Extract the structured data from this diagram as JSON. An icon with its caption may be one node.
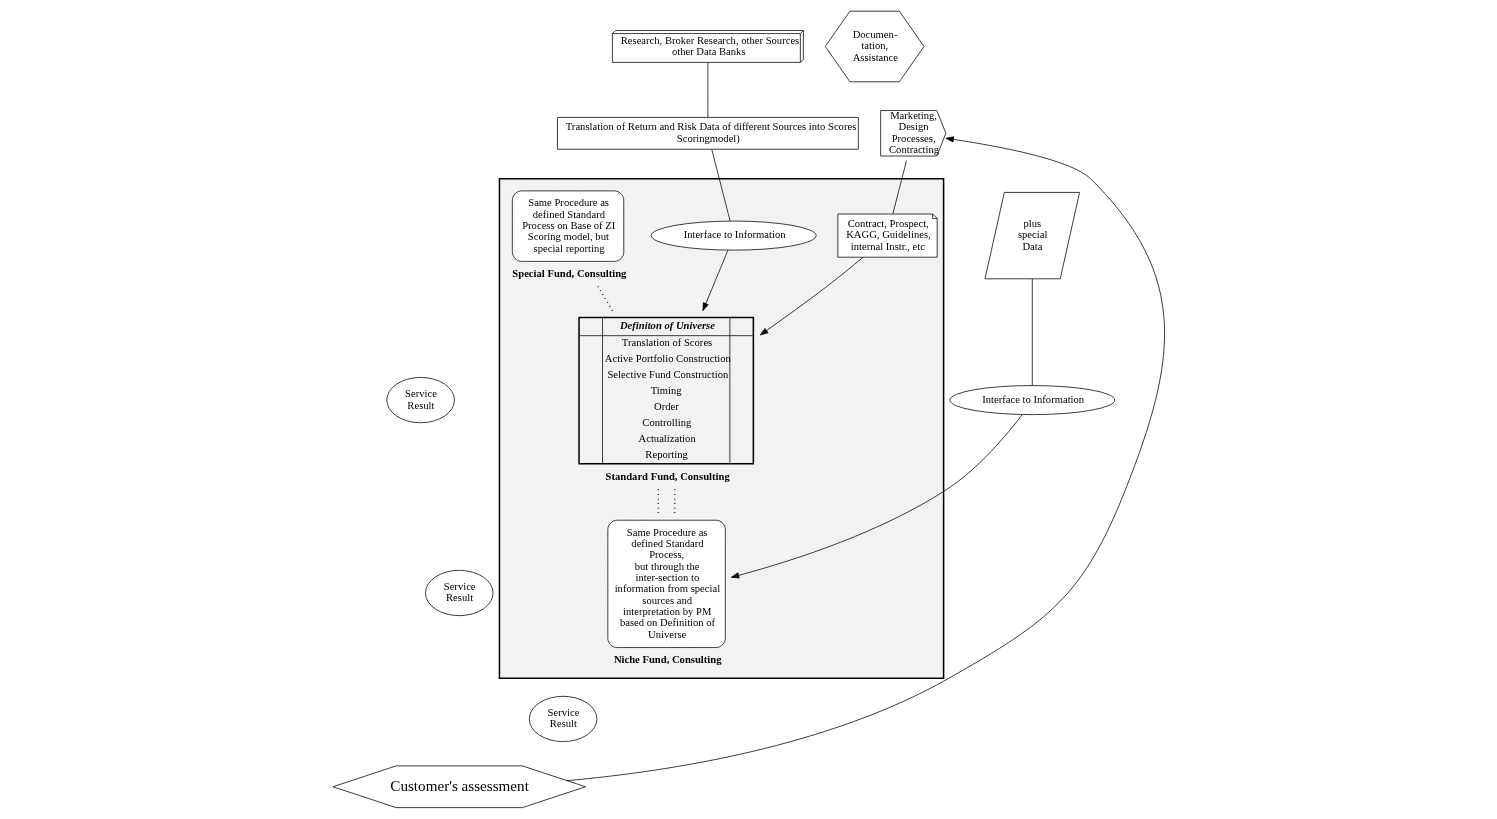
{
  "diagram": {
    "nodes": [
      {
        "text": [
          "Research, Broker Research, other Sources",
          "other Data Banks"
        ]
      },
      {
        "text": [
          "plus special Data"
        ]
      },
      {
        "text": [],
        "shape": "box"
      },
      {
        "text": [
          "Translation of Return and Risk Data of different Sources into Scores",
          "Scoringmodel)"
        ]
      },
      {
        "text": [
          "Marketing, Design Processes, Contracting"
        ]
      },
      {
        "text": [
          "Contract, Prospect, KAGG, Guidelines, internal Instr., etc"
        ],
        "in": 2
      },
      {
        "text": [
          "Interface to Information"
        ],
        "in": 2
      },
      {
        "text": [
          "Interface to Information"
        ]
      },
      {
        "text": [
          "Definiton of Universe",
          "Translation of Scores",
          "Active Portfolio Construction",
          "Selective Fund Construction",
          "Timing",
          "Order",
          "Controlling",
          "Actualization",
          "Reporting"
        ],
        "in": 2,
        "beside": [
          "Standard Fund, Consulting"
        ]
      },
      {
        "text": [
          "Documen- tation, Assistance"
        ]
      },
      {
        "text": [
          "Same Procedure as defined Standard Process on Base of ZI Scoring model, but special reporting"
        ],
        "in": 2,
        "beside": [
          "Special Fund, Consulting"
        ]
      },
      {
        "text": [
          "Same Procedure as defined Standard Process,",
          "but through the inter-section to information from special sources and interpretation by PM based on Definition of Universe"
        ],
        "in": 2,
        "beside": [
          "Niche Fund, Consulting"
        ]
      },
      {
        "text": [
          "Service Result"
        ]
      },
      {
        "text": [
          "Service Result"
        ]
      },
      {
        "text": [
          "Service Result"
        ]
      },
      {
        "text": [
          "Customer's assessment"
        ]
      }
    ],
    "edges": [
      {
        "from": 0,
        "to": 3,
        "arrow": "none"
      },
      {
        "from": 3,
        "to": 6,
        "arrow": "none"
      },
      {
        "from": 1,
        "to": 7,
        "arrow": "none"
      },
      {
        "from": 6,
        "to": 8,
        "arrow": "to"
      },
      {
        "from": 7,
        "to": 11,
        "arrow": "to"
      },
      {
        "from": 4,
        "to": 5,
        "arrow": "none"
      },
      {
        "from": 5,
        "to": 8,
        "arrow": "to"
      },
      {
        "from": 10,
        "to": 8,
        "arrow": "none",
        "style": "dashed"
      },
      {
        "from": 8,
        "to": 11,
        "arrow": "none",
        "style": "dashed"
      },
      {
        "from": 8,
        "to": 11,
        "arrow": "none",
        "style": "dashed"
      },
      {
        "from": 15,
        "to": 4,
        "arrow": "to"
      }
    ]
  }
}
